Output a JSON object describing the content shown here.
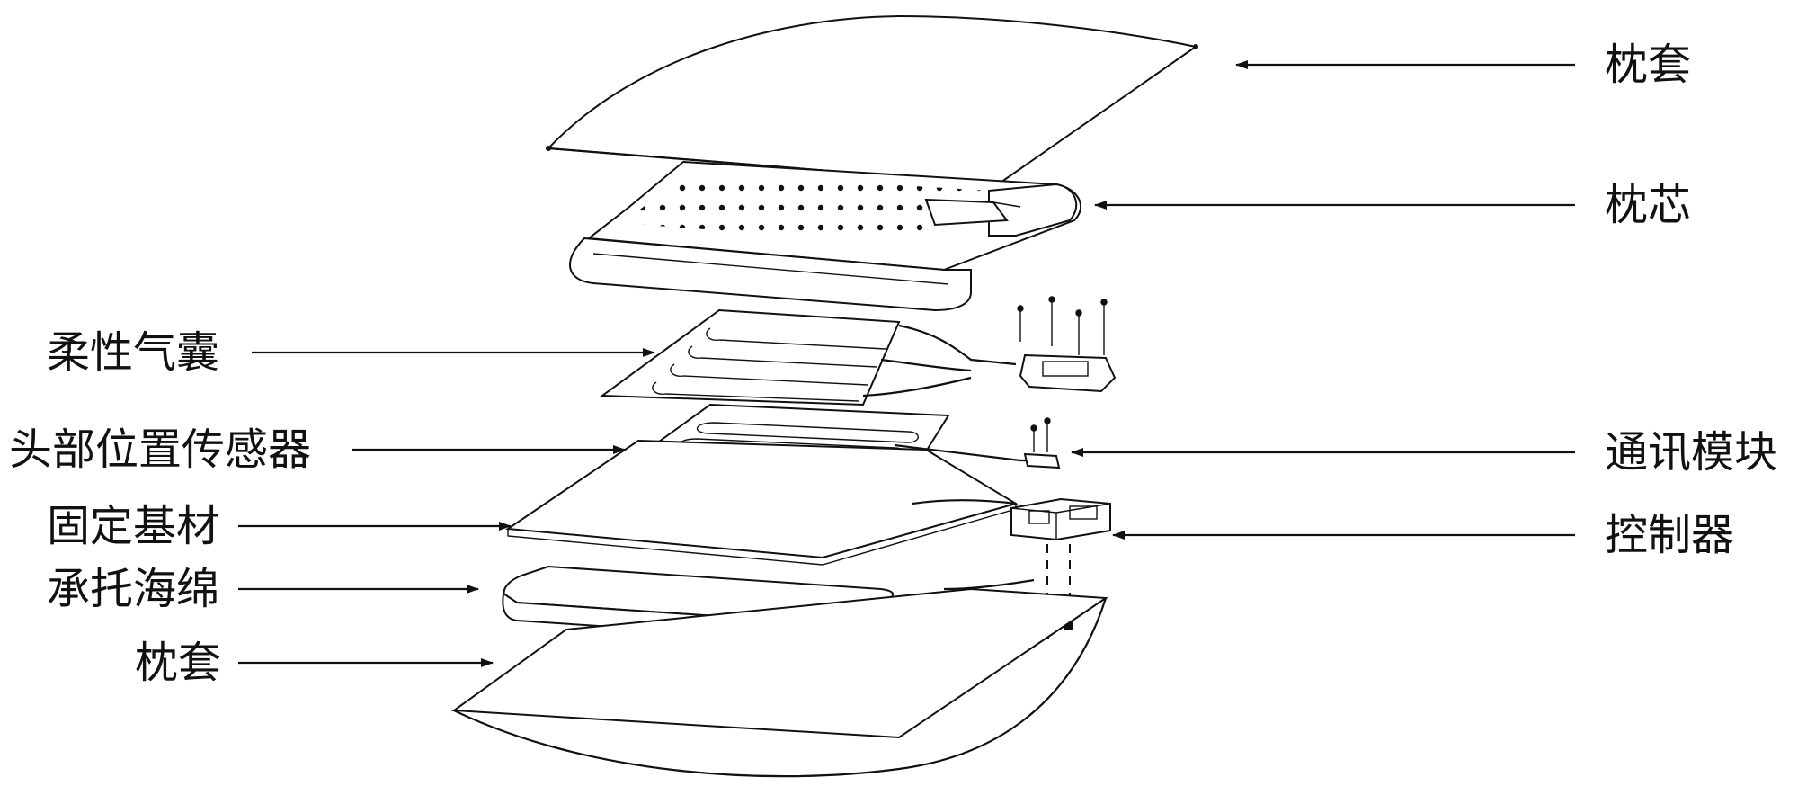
{
  "labels": {
    "pillowcase_top": "枕套",
    "pillow_core": "枕芯",
    "flexible_airbag": "柔性气囊",
    "head_position_sensor": "头部位置传感器",
    "comm_module": "通讯模块",
    "fixed_substrate": "固定基材",
    "controller": "控制器",
    "support_sponge": "承托海绵",
    "pillowcase_bottom": "枕套"
  }
}
